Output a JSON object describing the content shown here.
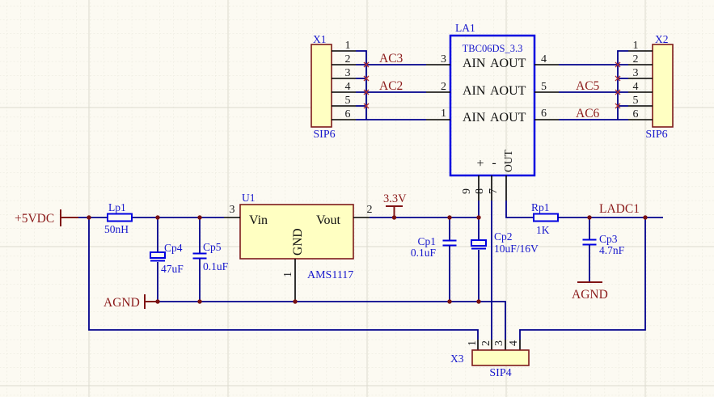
{
  "colors": {
    "background": "#FCFAF2",
    "wire": "#00008B",
    "symbol": "#0000E0",
    "blue_text": "#1717CC",
    "net_label": "#8B1A1A",
    "port": "#801414",
    "junction": "#7A1212",
    "part_fill": "#FFFFC2",
    "part_border": "#7D1A1A",
    "pin": "#000000"
  },
  "connectors": {
    "x1": {
      "designator": "X1",
      "value": "SIP6",
      "pins": [
        "1",
        "2",
        "3",
        "4",
        "5",
        "6"
      ]
    },
    "x2": {
      "designator": "X2",
      "value": "SIP6",
      "pins": [
        "1",
        "2",
        "3",
        "4",
        "5",
        "6"
      ]
    },
    "x3": {
      "designator": "X3",
      "value": "SIP4",
      "pins": [
        "1",
        "2",
        "3",
        "4"
      ]
    }
  },
  "filter": {
    "designator": "LA1",
    "value": "TBC06DS_3.3",
    "rows": [
      {
        "left_pin": "3",
        "ain": "AIN",
        "aout": "AOUT",
        "right_pin": "4"
      },
      {
        "left_pin": "2",
        "ain": "AIN",
        "aout": "AOUT",
        "right_pin": "5"
      },
      {
        "left_pin": "1",
        "ain": "AIN",
        "aout": "AOUT",
        "right_pin": "6"
      }
    ],
    "bottom_pins": [
      {
        "number": "9",
        "name": "+"
      },
      {
        "number": "8",
        "name": "-"
      },
      {
        "number": "7",
        "name": "OUT"
      }
    ]
  },
  "regulator": {
    "designator": "U1",
    "value": "AMS1117",
    "vin_label": "Vin",
    "vout_label": "Vout",
    "gnd_label": "GND",
    "vin_pin": "3",
    "vout_pin": "2",
    "gnd_pin": "1"
  },
  "passives": {
    "lp1": {
      "designator": "Lp1",
      "value": "50nH"
    },
    "rp1": {
      "designator": "Rp1",
      "value": "1K"
    },
    "cp1": {
      "designator": "Cp1",
      "value": "0.1uF"
    },
    "cp2": {
      "designator": "Cp2",
      "value": "10uF/16V"
    },
    "cp3": {
      "designator": "Cp3",
      "value": "4.7nF"
    },
    "cp4": {
      "designator": "Cp4",
      "value": "47uF"
    },
    "cp5": {
      "designator": "Cp5",
      "value": "0.1uF"
    }
  },
  "nets": {
    "supply": "+5VDC",
    "rail_3v3": "3.3V",
    "agnd_left": "AGND",
    "agnd_right": "AGND",
    "ladc1": "LADC1",
    "ac2": "AC2",
    "ac3": "AC3",
    "ac5": "AC5",
    "ac6": "AC6"
  }
}
